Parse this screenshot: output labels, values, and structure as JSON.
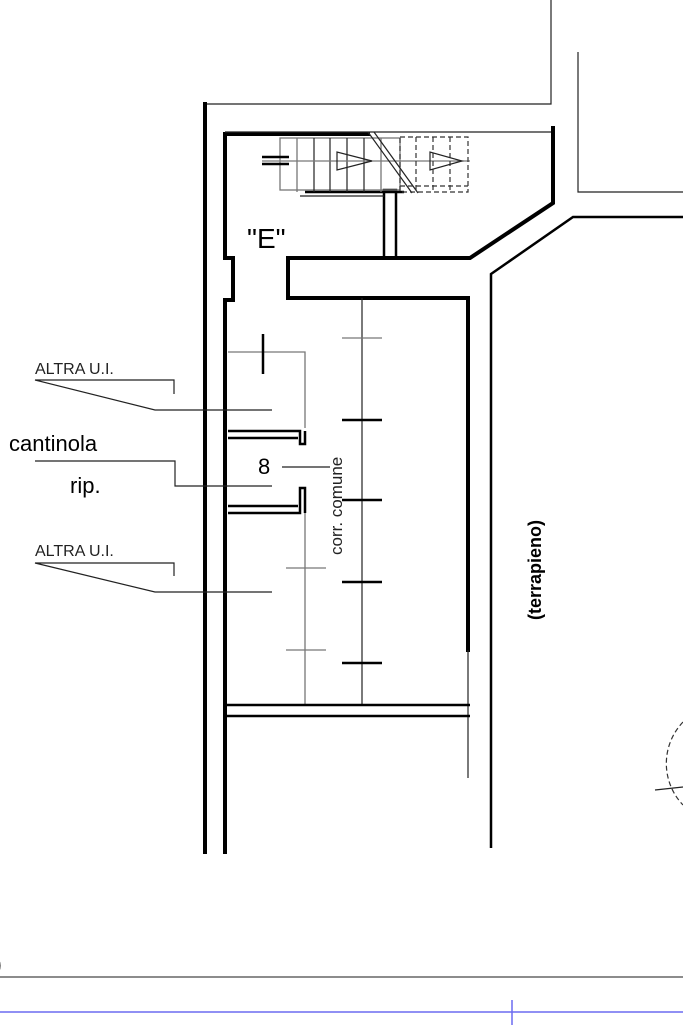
{
  "plan": {
    "unit_label": "\"E\"",
    "labels": {
      "other_unit_top": "ALTRA  U.I.",
      "other_unit_bottom": "ALTRA  U.I.",
      "cellar_line1": "cantinola",
      "cellar_line2": "rip.",
      "cellar_number": "8",
      "corridor": "corr. comune",
      "embankment": "(terrapieno)",
      "partial_paren": ")"
    },
    "colors": {
      "walls": "#000000",
      "guide_line": "#6b6bf0",
      "frame_line": "#666666"
    }
  }
}
